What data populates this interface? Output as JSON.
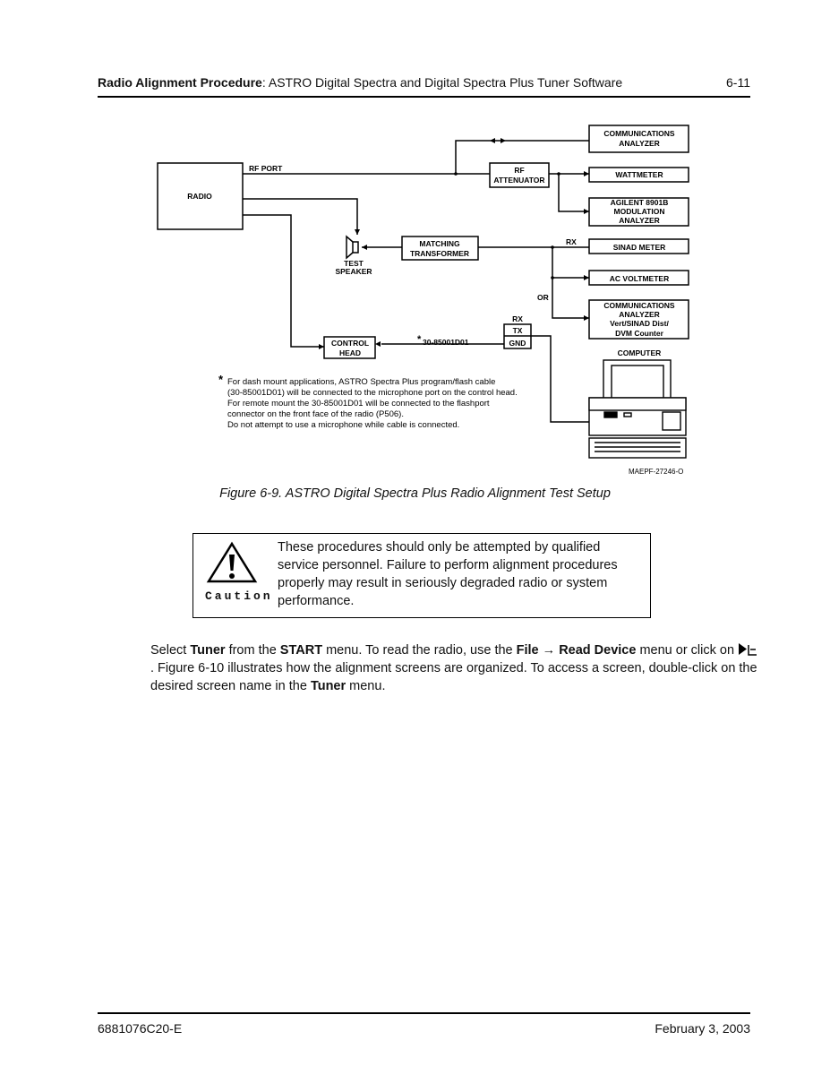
{
  "header": {
    "title_bold": "Radio Alignment Procedure",
    "title_rest": ": ASTRO Digital Spectra and Digital Spectra Plus Tuner Software",
    "page_number": "6-11"
  },
  "diagram": {
    "radio": "RADIO",
    "rf_port": "RF PORT",
    "comm_analyzer_1": "COMMUNICATIONS\nANALYZER",
    "rf_attenuator": "RF\nATTENUATOR",
    "wattmeter": "WATTMETER",
    "mod_analyzer": "AGILENT 8901B\nMODULATION\nANALYZER",
    "matching_transformer": "MATCHING\nTRANSFORMER",
    "rx_label": "RX",
    "sinad_meter": "SINAD METER",
    "test_speaker": "TEST\nSPEAKER",
    "ac_voltmeter": "AC VOLTMETER",
    "or_label": "OR",
    "comm_analyzer_2": "COMMUNICATIONS\nANALYZER\nVert/SINAD Dist/\nDVM Counter",
    "rx_tx_gnd": [
      "RX",
      "TX",
      "GND"
    ],
    "control_head": "CONTROL\nHEAD",
    "cable_label": "30-85001D01",
    "computer": "COMPUTER",
    "footnote_star": "*",
    "footnote": [
      "For dash mount applications, ASTRO Spectra Plus program/flash cable",
      "(30-85001D01) will be connected to the microphone port on the control head.",
      "For remote mount the 30-85001D01 will be connected to the flashport",
      "connector on the front face of the radio (P506).",
      "Do not attempt to use a microphone while cable is connected."
    ],
    "figure_id": "MAEPF-27246-O"
  },
  "caption": "Figure 6-9.  ASTRO Digital Spectra Plus Radio Alignment Test Setup",
  "caution": {
    "word": "Caution",
    "text": "These procedures should only be attempted by qualified service personnel. Failure to perform alignment procedures properly may result in seriously degraded radio or system performance."
  },
  "body": {
    "t1": "Select ",
    "b1": "Tuner",
    "t2": " from the ",
    "b2": "START",
    "t3": " menu. To read the radio, use the ",
    "b3": "File",
    "arrow": " → ",
    "b4": "Read Device",
    "t4": " menu or click on ",
    "t5": ". Figure 6-10 illustrates how the alignment screens are organized. To access a screen, double-click on the desired screen name in the ",
    "b5": "Tuner",
    "t6": " menu."
  },
  "footer": {
    "left": "6881076C20-E",
    "right": "February 3, 2003"
  }
}
